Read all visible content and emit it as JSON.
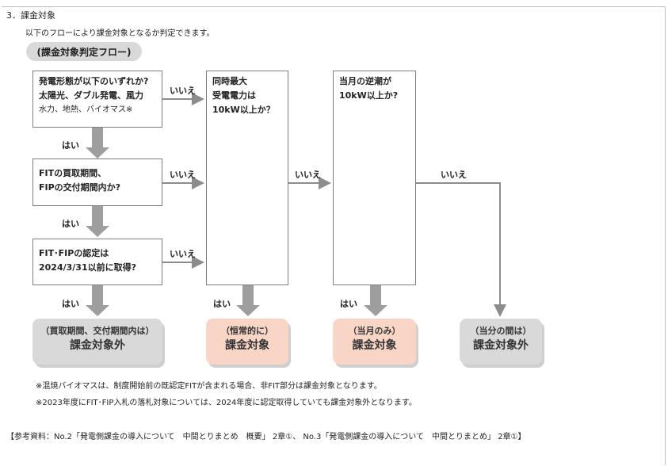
{
  "section_heading": "3．課金対象",
  "intro_text": "以下のフローにより課金対象となるか判定できます。",
  "flow_title": "(課金対象判定フロー)",
  "decisions": {
    "type": [
      "発電形態が以下のいずれか?",
      "太陽光、ダブル発電、風力",
      "水力、地熱、バイオマス※"
    ],
    "fit_period": [
      "FITの買取期間、",
      "FIPの交付期間内か?"
    ],
    "fit_cert": [
      "FIT･FIPの認定は",
      "2024/3/31以前に取得?"
    ],
    "max_power": [
      "同時最大",
      "受電電力は",
      "10kW以上か？"
    ],
    "reverse": [
      "当月の逆潮が",
      "10kW以上か?"
    ]
  },
  "edge_labels": {
    "no": "いいえ",
    "yes": "はい"
  },
  "results": {
    "r1": {
      "sub": "（買取期間、交付期間内は）",
      "main": "課金対象外"
    },
    "r2": {
      "sub": "（恒常的に）",
      "main": "課金対象"
    },
    "r3": {
      "sub": "（当月のみ）",
      "main": "課金対象"
    },
    "r4": {
      "sub": "（当分の間は）",
      "main": "課金対象外"
    }
  },
  "notes": [
    "※混焼バイオマスは、制度開始前の既認定FITが含まれる場合、非FIT部分は課金対象となります。",
    "※2023年度にFIT･FIP入札の落札対象については、2024年度に認定取得していても課金対象外となります。"
  ],
  "reference": "【参考資料：No.2「発電側課金の導入について　中間とりまとめ　概要」 2章①、 No.3「発電側課金の導入について　中間とりまとめ」 2章①】",
  "colors": {
    "result_gray": "#d9d9d9",
    "result_pink": "#f8d5c5",
    "arrow_gray": "#8c8c8c",
    "box_border": "#7f7f7f"
  }
}
